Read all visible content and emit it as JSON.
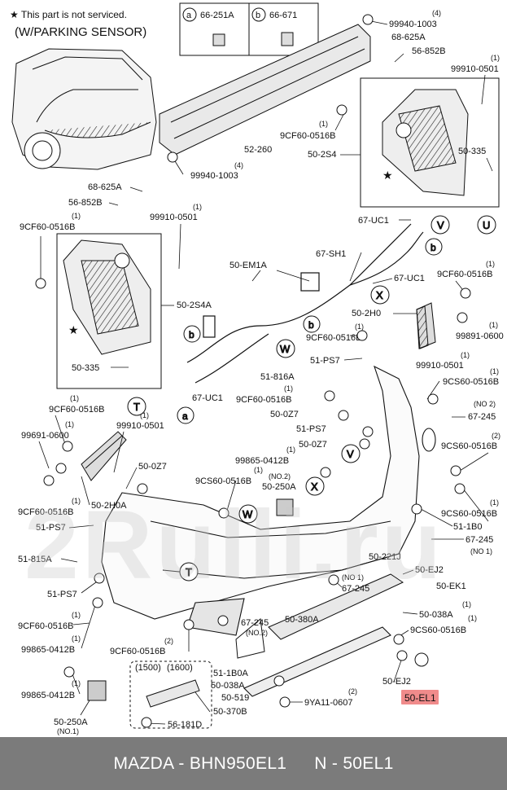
{
  "header": {
    "note": "★ This part is not serviced.",
    "condition": "(W/PARKING SENSOR)"
  },
  "legend": {
    "a_part": "66-251A",
    "b_part": "66-671",
    "a_key": "a",
    "b_key": "b"
  },
  "labels": [
    {
      "id": "p1",
      "text": "99940-1003",
      "sub": "(4)"
    },
    {
      "id": "p2",
      "text": "68-625A"
    },
    {
      "id": "p3",
      "text": "56-852B"
    },
    {
      "id": "p4",
      "text": "99910-0501",
      "sub": "(1)"
    },
    {
      "id": "p5",
      "text": "9CF60-0516B",
      "sub": "(1)"
    },
    {
      "id": "p6",
      "text": "52-260"
    },
    {
      "id": "p7",
      "text": "50-2S4"
    },
    {
      "id": "p8",
      "text": "50-335"
    },
    {
      "id": "p9",
      "text": "99940-1003",
      "sub": "(4)"
    },
    {
      "id": "p10",
      "text": "68-625A"
    },
    {
      "id": "p11",
      "text": "56-852B"
    },
    {
      "id": "p12",
      "text": "99910-0501",
      "sub": "(1)"
    },
    {
      "id": "p13",
      "text": "9CF60-0516B",
      "sub": "(1)"
    },
    {
      "id": "p14",
      "text": "50-2S4A"
    },
    {
      "id": "p15",
      "text": "50-335"
    },
    {
      "id": "p16",
      "text": "67-UC1"
    },
    {
      "id": "p17",
      "text": "67-SH1"
    },
    {
      "id": "p18",
      "text": "50-EM1A"
    },
    {
      "id": "p19",
      "text": "67-UC1"
    },
    {
      "id": "p20",
      "text": "9CF60-0516B",
      "sub": "(1)"
    },
    {
      "id": "p21",
      "text": "50-2H0"
    },
    {
      "id": "p22",
      "text": "99891-0600",
      "sub": "(1)"
    },
    {
      "id": "p23",
      "text": "9CF60-0516B",
      "sub": "(1)"
    },
    {
      "id": "p24",
      "text": "99910-0501",
      "sub": "(1)"
    },
    {
      "id": "p25",
      "text": "51-PS7"
    },
    {
      "id": "p26",
      "text": "9CS60-0516B",
      "sub": "(1)"
    },
    {
      "id": "p27",
      "text": "51-816A"
    },
    {
      "id": "p28",
      "text": "9CF60-0516B",
      "sub": "(1)"
    },
    {
      "id": "p29",
      "text": "50-0Z7"
    },
    {
      "id": "p30",
      "text": "67-245",
      "sub": "(NO 2)"
    },
    {
      "id": "p31",
      "text": "67-UC1"
    },
    {
      "id": "p32",
      "text": "9CF60-0516B",
      "sub": "(1)"
    },
    {
      "id": "p33",
      "text": "99691-0600",
      "sub": "(1)"
    },
    {
      "id": "p34",
      "text": "99910-0501",
      "sub": "(1)"
    },
    {
      "id": "p35",
      "text": "51-PS7"
    },
    {
      "id": "p36",
      "text": "50-0Z7"
    },
    {
      "id": "p37",
      "text": "9CS60-0516B",
      "sub": "(2)"
    },
    {
      "id": "p38",
      "text": "99865-0412B",
      "sub": "(1)"
    },
    {
      "id": "p39",
      "text": "50-0Z7"
    },
    {
      "id": "p40",
      "text": "9CS60-0516B",
      "sub": "(1)"
    },
    {
      "id": "p41",
      "text": "50-250A",
      "sub": "(NO.2)"
    },
    {
      "id": "p42",
      "text": "9CF60-0516B",
      "sub": "(1)"
    },
    {
      "id": "p43",
      "text": "50-2H0A"
    },
    {
      "id": "p44",
      "text": "9CS60-0516B",
      "sub": "(1)"
    },
    {
      "id": "p45",
      "text": "51-1B0"
    },
    {
      "id": "p46",
      "text": "51-PS7"
    },
    {
      "id": "p47",
      "text": "67-245",
      "sub": "(NO 1)"
    },
    {
      "id": "p48",
      "text": "51-815A"
    },
    {
      "id": "p49",
      "text": "50-221J"
    },
    {
      "id": "p50",
      "text": "50-EJ2"
    },
    {
      "id": "p51",
      "text": "51-PS7"
    },
    {
      "id": "p52",
      "text": "50-EK1"
    },
    {
      "id": "p53",
      "text": "67-245",
      "sub": "(NO 1)"
    },
    {
      "id": "p54",
      "text": "9CF60-0516B",
      "sub": "(1)"
    },
    {
      "id": "p55",
      "text": "50-038A",
      "sub": "(1)"
    },
    {
      "id": "p56",
      "text": "67-245",
      "sub": "(NO.2)"
    },
    {
      "id": "p57",
      "text": "50-380A"
    },
    {
      "id": "p58",
      "text": "99865-0412B",
      "sub": "(1)"
    },
    {
      "id": "p59",
      "text": "9CS60-0516B",
      "sub": "(1)"
    },
    {
      "id": "p60",
      "text": "9CF60-0516B",
      "sub": "(2)"
    },
    {
      "id": "p61",
      "text": "(1500)"
    },
    {
      "id": "p62",
      "text": "(1600)"
    },
    {
      "id": "p63",
      "text": "51-1B0A"
    },
    {
      "id": "p64",
      "text": "50-038A"
    },
    {
      "id": "p65",
      "text": "50-519"
    },
    {
      "id": "p66",
      "text": "9YA11-0607",
      "sub": "(2)"
    },
    {
      "id": "p67",
      "text": "50-EJ2"
    },
    {
      "id": "p68",
      "text": "99865-0412B",
      "sub": "(1)"
    },
    {
      "id": "p69",
      "text": "50-370B"
    },
    {
      "id": "p70",
      "text": "50-250A",
      "sub": "(NO.1)"
    },
    {
      "id": "p71",
      "text": "56-181D"
    }
  ],
  "highlight": {
    "text": "50-EL1"
  },
  "callouts": [
    "a",
    "b",
    "U",
    "V",
    "X",
    "W",
    "T",
    "b",
    "b",
    "a",
    "V",
    "X",
    "W",
    "T"
  ],
  "footer": {
    "left": "MAZDA - BHN950EL1",
    "right": "N - 50EL1"
  },
  "watermark": "2Rulli.ru"
}
